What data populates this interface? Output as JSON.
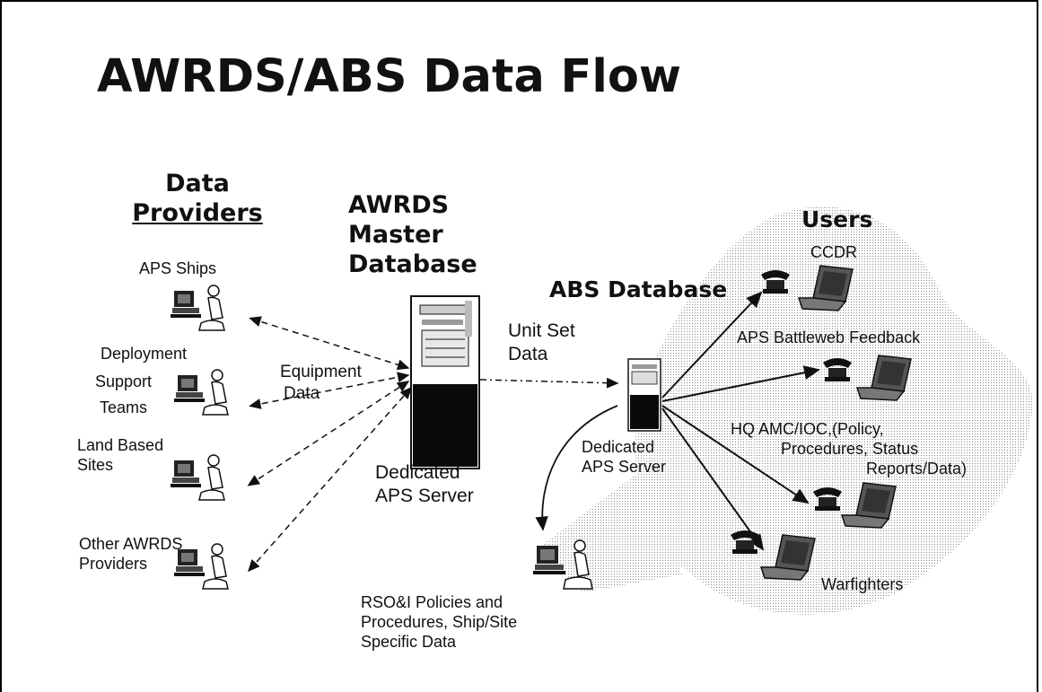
{
  "title": "AWRDS/ABS Data Flow",
  "providers": {
    "heading_line1": "Data",
    "heading_line2": "Providers",
    "items": [
      {
        "label_lines": [
          "APS Ships"
        ]
      },
      {
        "label_lines": [
          "Deployment",
          "Support",
          "Teams"
        ]
      },
      {
        "label_lines": [
          "Land Based",
          "Sites"
        ]
      },
      {
        "label_lines": [
          "Other AWRDS",
          "Providers"
        ]
      }
    ]
  },
  "master": {
    "heading_lines": [
      "AWRDS",
      "Master",
      "Database"
    ],
    "equipment_lines": [
      "Equipment",
      "Data"
    ],
    "server_lines": [
      "Dedicated",
      "APS Server"
    ]
  },
  "unit_set_lines": [
    "Unit Set",
    "Data"
  ],
  "abs": {
    "heading": "ABS Database",
    "server_lines": [
      "Dedicated",
      "APS Server"
    ]
  },
  "rso": {
    "lines": [
      "RSO&I Policies and",
      "Procedures, Ship/Site",
      "Specific Data"
    ]
  },
  "users": {
    "heading": "Users",
    "ccdr": "CCDR",
    "battleweb": "APS Battleweb Feedback",
    "hq_lines": [
      "HQ AMC/IOC,(Policy,",
      "Procedures, Status",
      "Reports/Data)"
    ],
    "warfighters": "Warfighters"
  }
}
